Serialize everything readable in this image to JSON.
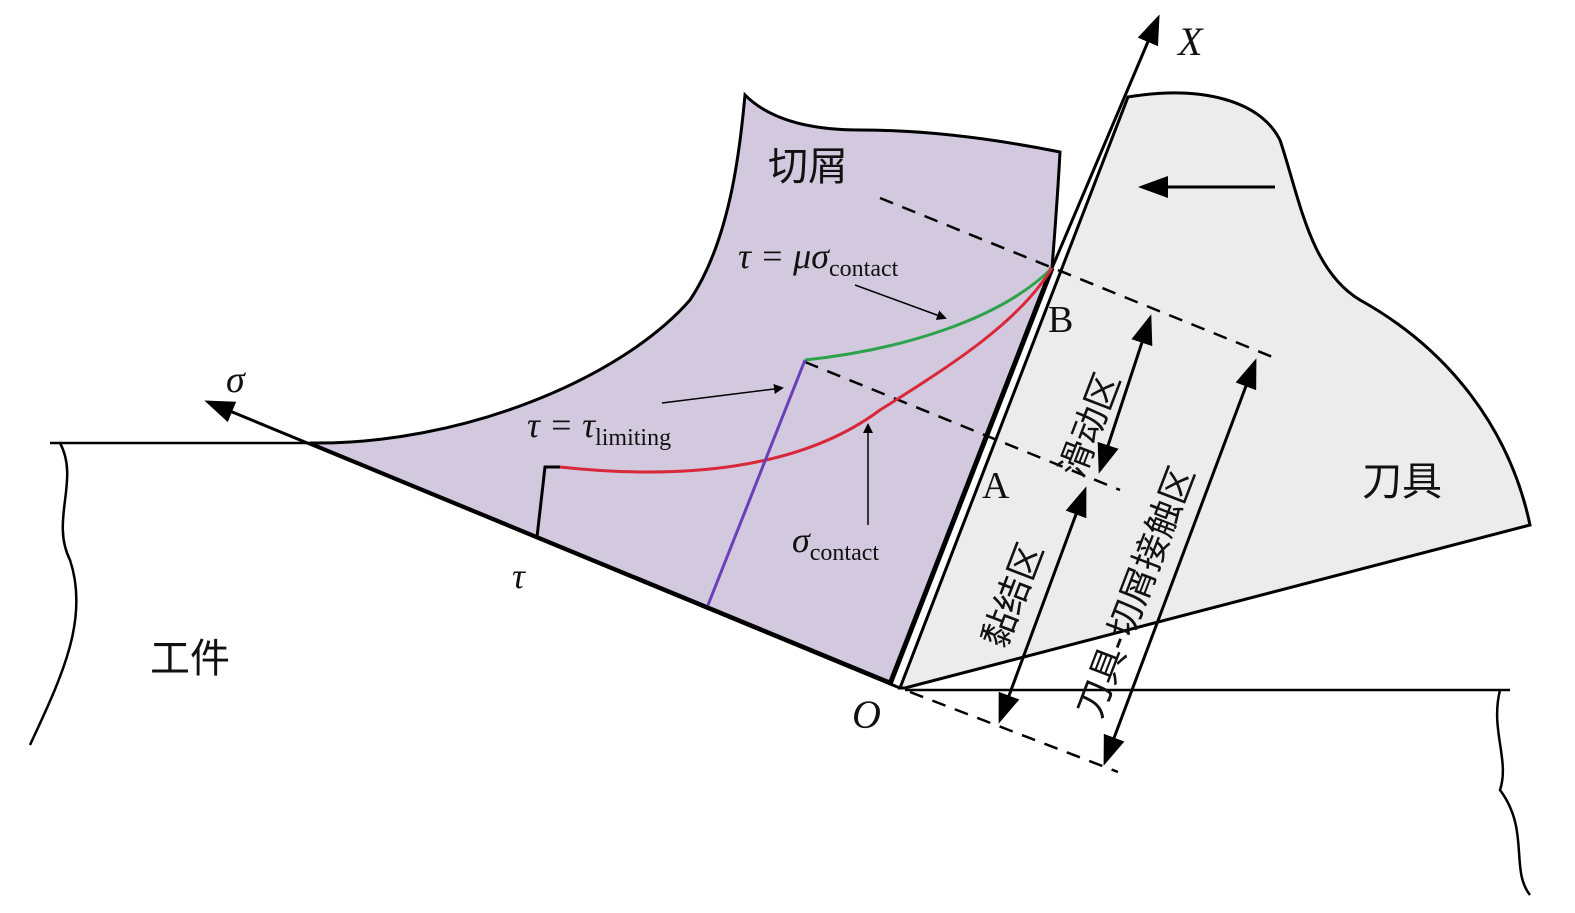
{
  "labels": {
    "chip": "切屑",
    "workpiece": "工件",
    "tool": "刀具",
    "x_axis": "X",
    "sigma_axis": "σ",
    "tau": "τ",
    "origin": "O",
    "point_a": "A",
    "point_b": "B",
    "sliding_zone": "滑动区",
    "sticking_zone": "黏结区",
    "contact_zone": "刀具-切屑接触区",
    "eq_friction_lhs": "τ = μσ",
    "eq_friction_sub": "contact",
    "eq_limit_lhs": "τ = τ",
    "eq_limit_sub": "limiting",
    "sigma_contact": "σ",
    "sigma_contact_sub": "contact"
  },
  "colors": {
    "chip_fill": "#d3c9df",
    "tool_fill": "#ececec",
    "friction_curve": "#2ca24a",
    "normal_stress_curve": "#d8283a",
    "limiting_line": "#6a3fb8"
  }
}
